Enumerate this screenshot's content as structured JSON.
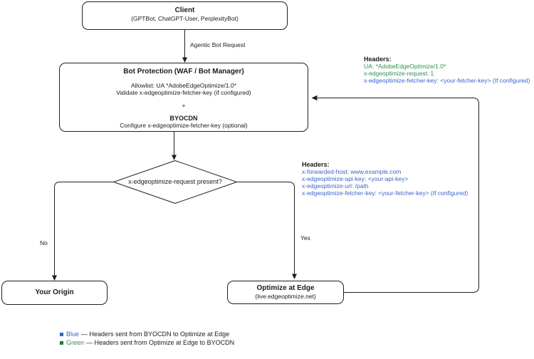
{
  "diagram": {
    "colors": {
      "blue": "#3c63cc",
      "green": "#2e9150",
      "stroke": "#1f1f1f"
    },
    "client": {
      "title": "Client",
      "subtitle": "(GPTBot, ChatGPT-User, PerplexityBot)"
    },
    "edge_labels": {
      "agentic": "Agentic Bot Request",
      "no": "No",
      "yes": "Yes"
    },
    "bot_protection": {
      "title": "Bot Protection (WAF / Bot Manager)",
      "line1": "Allowlist: UA *AdobeEdgeOptimize/1.0*",
      "line2": "Validate x-edgeoptimize-fetcher-key (if configured)",
      "plus": "+",
      "byocdn_title": "BYOCDN",
      "byocdn_line": "Configure x-edgeoptimize-fetcher-key (optional)"
    },
    "decision": {
      "text": "x-edgeoptimize-request present?"
    },
    "origin": {
      "title": "Your Origin"
    },
    "optimize": {
      "title": "Optimize at Edge",
      "subtitle": "(live.edgeoptimize.net)"
    },
    "headers_response": {
      "label": "Headers:",
      "lines": [
        {
          "text": "UA: *AdobeEdgeOptimize/1.0*",
          "color": "green"
        },
        {
          "text": "x-edgeoptimize-request: 1",
          "color": "green"
        },
        {
          "text": "x-edgeoptimize-fetcher-key: <your-fetcher-key> (If configured)",
          "color": "blue"
        }
      ]
    },
    "headers_request": {
      "label": "Headers:",
      "lines": [
        {
          "text": "x-forwarded-host: www.example.com",
          "color": "blue"
        },
        {
          "text": "x-edgeoptimize-api-key: <your-api-key>",
          "color": "blue"
        },
        {
          "text": "x-edgeoptimize-url: /path",
          "color": "blue"
        },
        {
          "text": "x-edgeoptimize-fetcher-key: <your-fetcher-key> (If configured)",
          "color": "blue"
        }
      ]
    },
    "legend": [
      {
        "term": "Blue",
        "rest": "— Headers sent from BYOCDN to Optimize at Edge",
        "color": "blue"
      },
      {
        "term": "Green",
        "rest": "— Headers sent from Optimize at Edge to BYOCDN",
        "color": "green"
      }
    ]
  }
}
